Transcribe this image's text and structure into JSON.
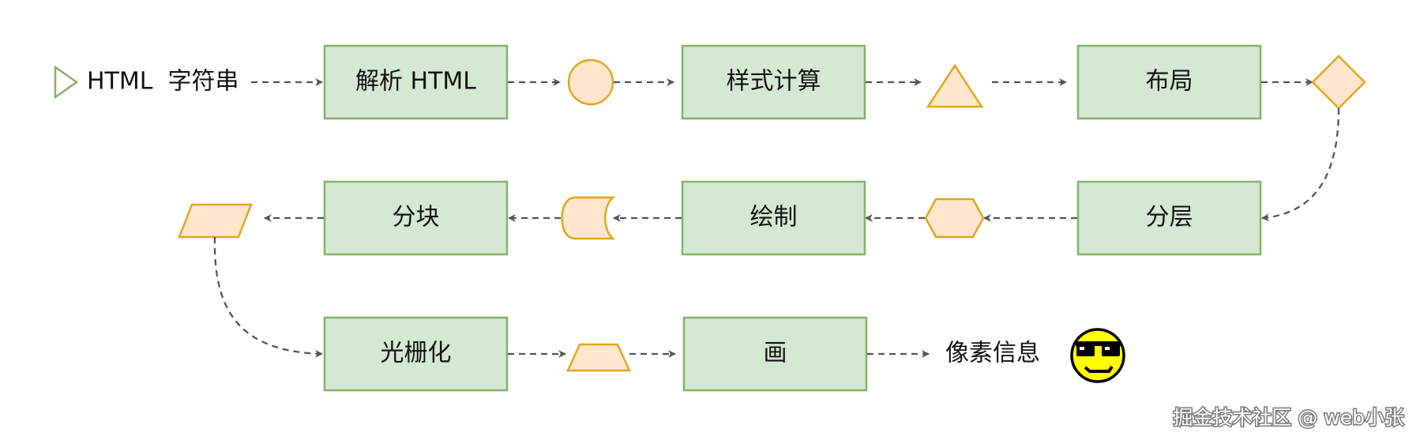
{
  "diagram": {
    "start_label": "HTML  字符串",
    "steps": {
      "parse": "解析 HTML",
      "style": "样式计算",
      "layout": "布局",
      "layer": "分层",
      "paint": "绘制",
      "tiles": "分块",
      "raster": "光栅化",
      "draw": "画"
    },
    "end_label": "像素信息",
    "end_icon": "cool-sunglasses-smiley-icon",
    "intermediate_shapes": [
      "circle-icon",
      "triangle-icon",
      "diamond-icon",
      "hexagon-icon",
      "stored-data-icon",
      "parallelogram-icon",
      "trapezoid-icon"
    ],
    "colors": {
      "process_fill": "#d5e8d4",
      "process_stroke": "#82b366",
      "artifact_fill": "#ffe6cc",
      "artifact_stroke": "#e2a51e",
      "edge": "#555555"
    }
  },
  "watermark": "掘金技术社区 @ web小张"
}
